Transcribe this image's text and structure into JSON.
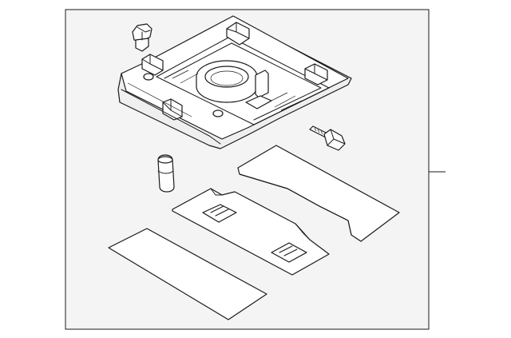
{
  "diagram": {
    "kind": "exploded-parts-view",
    "colors": {
      "background": "#ffffff",
      "frame_fill": "#f4f4f4",
      "line": "#1a1a1a"
    },
    "parts": [
      "dome-lamp-housing",
      "push-clip",
      "mounting-screw",
      "bulb",
      "front-lens",
      "switch-lens",
      "rear-lens"
    ]
  }
}
